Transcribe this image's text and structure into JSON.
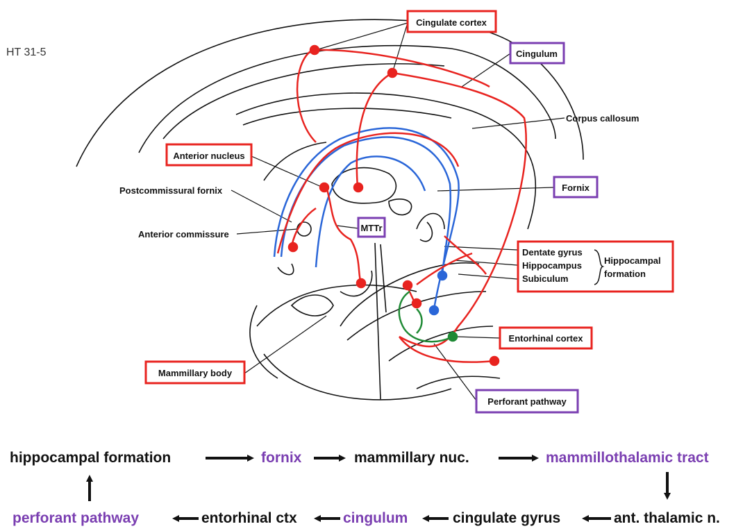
{
  "figure_id": "HT 31-5",
  "colors": {
    "red": "#e8231f",
    "blue": "#2a66d8",
    "green": "#1f8a35",
    "purple": "#7a3eb1",
    "ink": "#111111"
  },
  "labels": {
    "cingulate_cortex": "Cingulate cortex",
    "cingulum": "Cingulum",
    "corpus_callosum": "Corpus callosum",
    "anterior_nucleus": "Anterior nucleus",
    "postcommissural_fornix": "Postcommissural fornix",
    "fornix": "Fornix",
    "anterior_commissure": "Anterior commissure",
    "mttr": "MTTr",
    "dentate_gyrus": "Dentate gyrus",
    "hippocampus": "Hippocampus",
    "subiculum": "Subiculum",
    "hippocampal": "Hippocampal",
    "formation": "formation",
    "entorhinal_cortex": "Entorhinal cortex",
    "mammillary_body": "Mammillary body",
    "perforant_pathway": "Perforant pathway"
  },
  "circuit": {
    "hippocampal_formation": "hippocampal formation",
    "fornix": "fornix",
    "mammillary_nuc": "mammillary nuc.",
    "mammillothalamic_tract": "mammillothalamic tract",
    "ant_thalamic_n": "ant. thalamic n.",
    "cingulate_gyrus": "cingulate gyrus",
    "cingulum": "cingulum",
    "entorhinal_ctx": "entorhinal ctx",
    "perforant_pathway": "perforant pathway"
  }
}
